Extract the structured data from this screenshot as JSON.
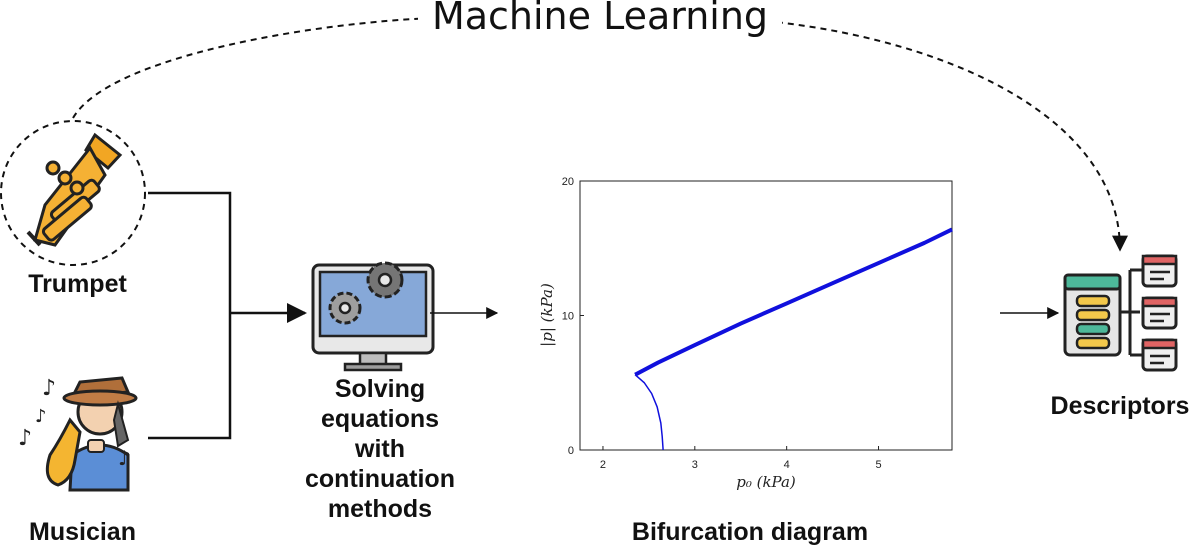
{
  "title": "Machine Learning",
  "labels": {
    "trumpet": "Trumpet",
    "musician": "Musician",
    "solver": [
      "Solving",
      "equations",
      "with",
      "continuation",
      "methods"
    ],
    "bifurcation": "Bifurcation diagram",
    "descriptors": "Descriptors"
  },
  "chart_data": {
    "type": "line",
    "xlabel": "p₀ (kPa)",
    "ylabel": "|p| (kPa)",
    "xlim": [
      1.75,
      5.8
    ],
    "ylim": [
      0,
      20
    ],
    "x_ticks": [
      "2",
      "3",
      "4",
      "5"
    ],
    "y_ticks": [
      "0",
      "10",
      "20"
    ],
    "series": [
      {
        "style": "thick",
        "color": "#1010dd",
        "x": [
          2.35,
          2.6,
          3.0,
          3.5,
          4.0,
          4.5,
          5.0,
          5.5,
          5.8
        ],
        "y": [
          5.6,
          6.5,
          7.8,
          9.4,
          10.9,
          12.4,
          13.9,
          15.4,
          16.4
        ]
      },
      {
        "style": "thin",
        "color": "#1010dd",
        "x": [
          2.35,
          2.45,
          2.53,
          2.59,
          2.63,
          2.645,
          2.655
        ],
        "y": [
          5.6,
          5.0,
          4.2,
          3.2,
          2.0,
          1.0,
          0
        ]
      }
    ]
  },
  "colors": {
    "accent": "#1010dd",
    "arrow": "#111111"
  }
}
